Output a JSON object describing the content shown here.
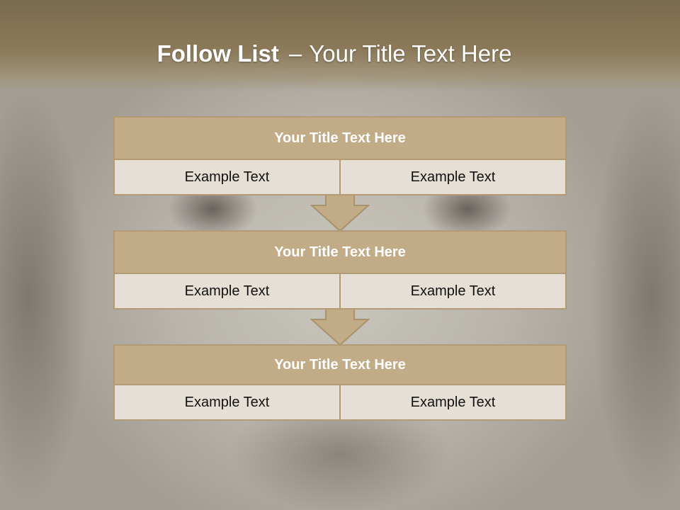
{
  "slide": {
    "title_bold": "Follow List",
    "title_dash": "–",
    "title_rest": "Your Title Text Here"
  },
  "steps": [
    {
      "title": "Your Title Text Here",
      "cells": [
        "Example Text",
        "Example Text"
      ]
    },
    {
      "title": "Your Title Text Here",
      "cells": [
        "Example Text",
        "Example Text"
      ]
    },
    {
      "title": "Your Title Text Here",
      "cells": [
        "Example Text",
        "Example Text"
      ]
    }
  ],
  "colors": {
    "header_band": "#8c7a5a",
    "block_head": "#c2ac87",
    "block_border": "#b39a72",
    "cell_fill": "#e5dfd5",
    "arrow_fill": "#c2ac87"
  },
  "icons": [
    "down-arrow-icon",
    "down-arrow-icon"
  ]
}
